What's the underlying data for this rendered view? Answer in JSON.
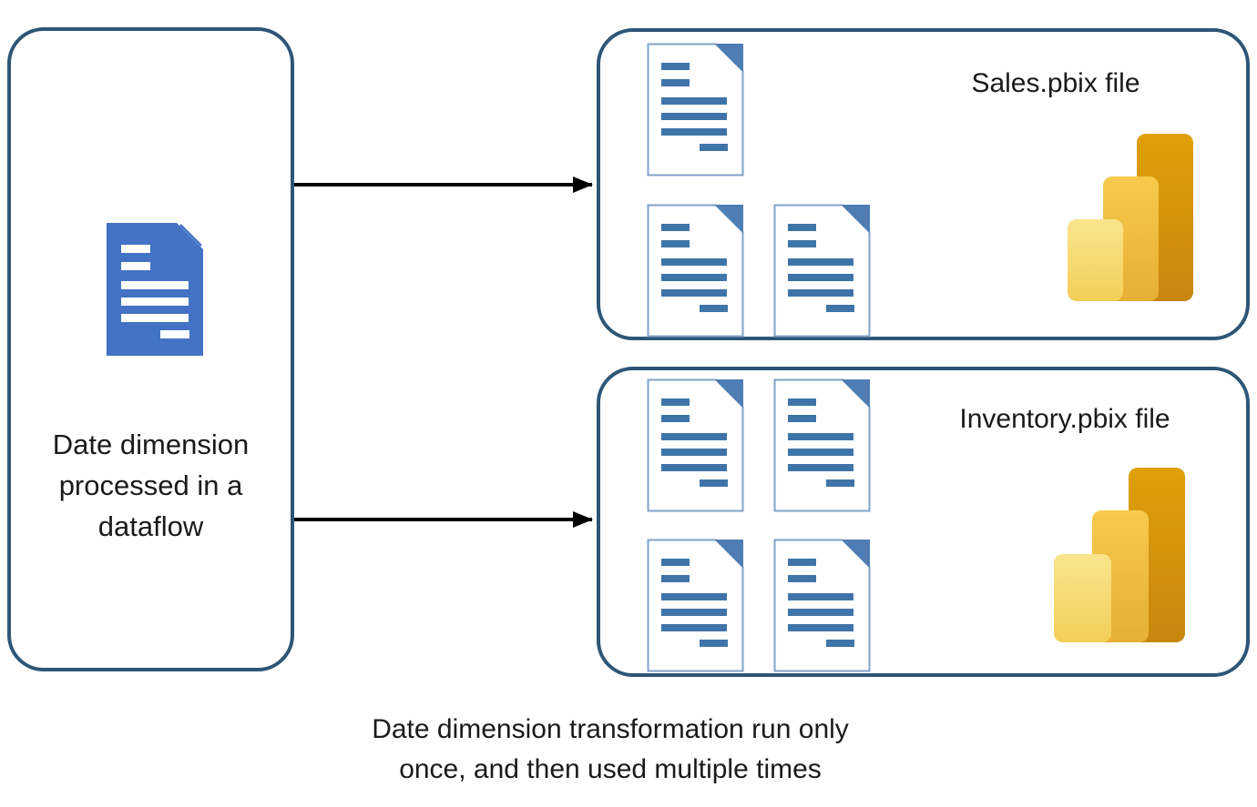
{
  "source_box": {
    "label_lines": {
      "l1": "Date dimension",
      "l2": "processed in a",
      "l3": "dataflow"
    },
    "doc_count": 1
  },
  "sales_box": {
    "title": "Sales.pbix file",
    "doc_count": 3
  },
  "inventory_box": {
    "title": "Inventory.pbix file",
    "doc_count": 4
  },
  "caption": {
    "l1": "Date dimension transformation run only",
    "l2": "once, and then used multiple times"
  },
  "colors": {
    "box_border": "#2D5677",
    "arrow": "#000000",
    "text": "#1A1A1A",
    "doc_blue_fill": "#4472C4",
    "doc_page_border": "#7FA3C9",
    "doc_text_line": "#3F74A9",
    "doc_fold": "#4E7CB3",
    "pbi_light_top": "#F9E48D",
    "pbi_light_bottom": "#F3CF58",
    "pbi_mid_top": "#F6CA4C",
    "pbi_mid_bottom": "#E7AE35",
    "pbi_dark_top": "#DFA00A",
    "pbi_dark_bottom": "#C8860E"
  }
}
